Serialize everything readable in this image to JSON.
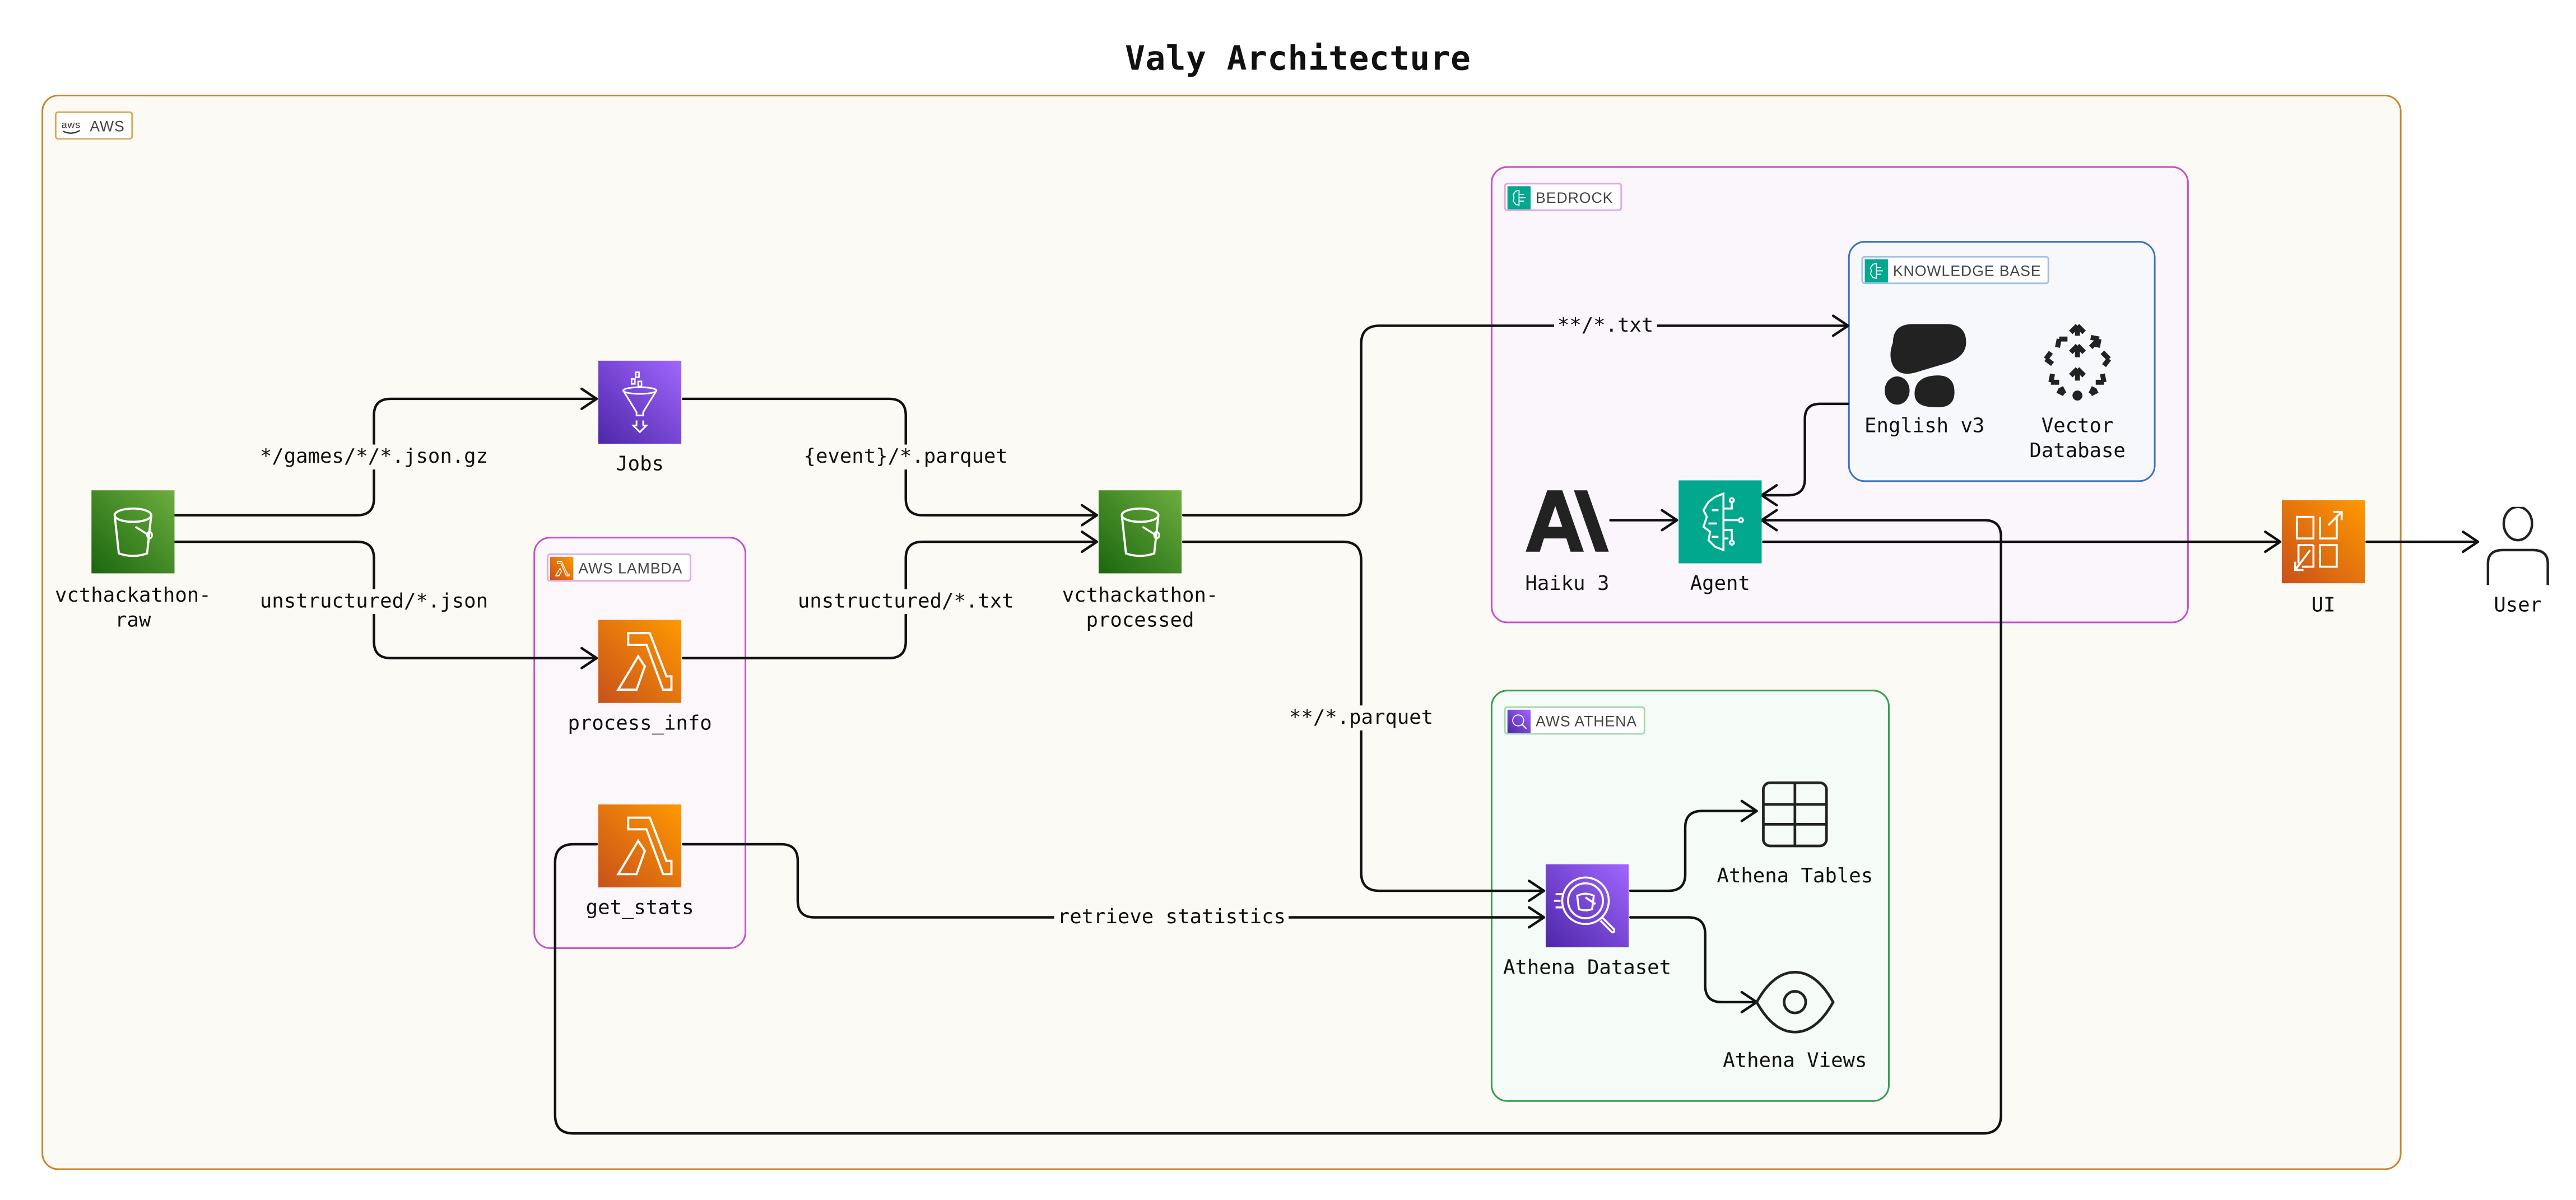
{
  "title": "Valy Architecture",
  "groups": {
    "aws": {
      "label": "AWS",
      "color": "#c8862a"
    },
    "lambda": {
      "label": "AWS LAMBDA",
      "color": "#c44fcf"
    },
    "bedrock": {
      "label": "BEDROCK",
      "color": "#c44fcf"
    },
    "knowledge_base": {
      "label": "KNOWLEDGE BASE",
      "color": "#3a6fc4"
    },
    "athena": {
      "label": "AWS ATHENA",
      "color": "#3a9a4f"
    }
  },
  "nodes": {
    "raw_bucket": {
      "label": "vcthackathon-\nraw",
      "icon": "s3-bucket-icon"
    },
    "jobs": {
      "label": "Jobs",
      "icon": "glue-jobs-icon"
    },
    "process_info": {
      "label": "process_info",
      "icon": "lambda-icon"
    },
    "get_stats": {
      "label": "get_stats",
      "icon": "lambda-icon"
    },
    "processed_bucket": {
      "label": "vcthackathon-\nprocessed",
      "icon": "s3-bucket-icon"
    },
    "english_v3": {
      "label": "English v3",
      "icon": "cohere-embed-icon"
    },
    "vector_db": {
      "label": "Vector\nDatabase",
      "icon": "vector-database-icon"
    },
    "haiku": {
      "label": "Haiku 3",
      "icon": "anthropic-icon"
    },
    "agent": {
      "label": "Agent",
      "icon": "bedrock-agent-icon"
    },
    "ui": {
      "label": "UI",
      "icon": "amplify-ui-icon"
    },
    "user": {
      "label": "User",
      "icon": "user-icon"
    },
    "athena_dataset": {
      "label": "Athena Dataset",
      "icon": "athena-icon"
    },
    "athena_tables": {
      "label": "Athena Tables",
      "icon": "table-icon"
    },
    "athena_views": {
      "label": "Athena Views",
      "icon": "eye-icon"
    }
  },
  "edges": [
    {
      "from": "raw_bucket",
      "to": "jobs",
      "label": "*/games/*/*.json.gz"
    },
    {
      "from": "raw_bucket",
      "to": "process_info",
      "label": "unstructured/*.json"
    },
    {
      "from": "jobs",
      "to": "processed_bucket",
      "label": "{event}/*.parquet"
    },
    {
      "from": "process_info",
      "to": "processed_bucket",
      "label": "unstructured/*.txt"
    },
    {
      "from": "processed_bucket",
      "to": "knowledge_base",
      "label": "**/*.txt"
    },
    {
      "from": "processed_bucket",
      "to": "athena_dataset",
      "label": "**/*.parquet"
    },
    {
      "from": "get_stats",
      "to": "athena_dataset",
      "label": "retrieve statistics"
    },
    {
      "from": "knowledge_base",
      "to": "agent",
      "label": ""
    },
    {
      "from": "haiku",
      "to": "agent",
      "label": ""
    },
    {
      "from": "get_stats",
      "to": "agent",
      "label": ""
    },
    {
      "from": "agent",
      "to": "ui",
      "label": ""
    },
    {
      "from": "ui",
      "to": "user",
      "label": ""
    },
    {
      "from": "athena_dataset",
      "to": "athena_tables",
      "label": ""
    },
    {
      "from": "athena_dataset",
      "to": "athena_views",
      "label": ""
    }
  ],
  "colors": {
    "s3_green": "#3f8624",
    "lambda_orange": "#e8700a",
    "glue_purple": "#7b45d4",
    "bedrock_teal": "#01a88d"
  }
}
